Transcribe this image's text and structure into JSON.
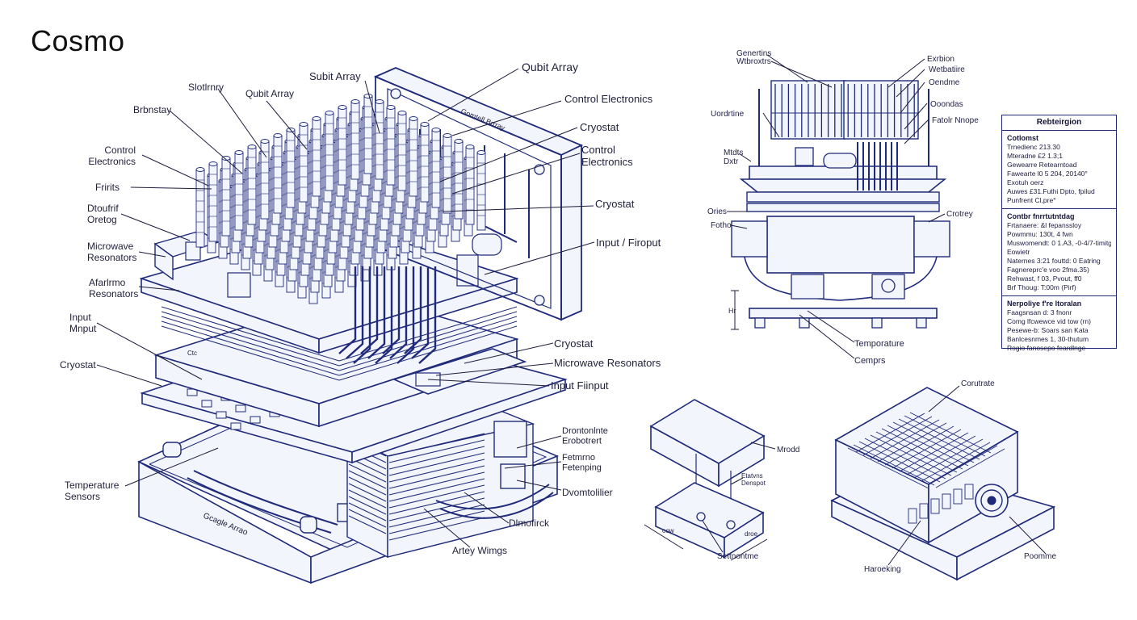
{
  "title": "Cosmo",
  "main_labels": [
    "Subit Array",
    "Slotlrnry",
    "Qubit Array",
    "Brbnstay",
    "Qubit Array",
    "Control Electronics",
    "Control\nElectronics",
    "Cryostat",
    "Fririts",
    "Control\nElectronics",
    "Dtoufrif\nOretog",
    "Cryostat",
    "Microwave\nResonators",
    "Input / Firoput",
    "Afarlrmo\nResonators",
    "Input\nMnput",
    "Cryostat",
    "Cryostat",
    "Microwave Resonators",
    "Input Fiinput",
    "Drontonlnte\nErobotrert",
    "Fetmrno\nFetenping",
    "Temperature\nSensors",
    "Dvomtolilier",
    "Dlmofirck",
    "Artey Wimgs",
    "Gcagle Arrao",
    "Gomtell Brrray",
    "Ctc"
  ],
  "side_labels": [
    "Genertins",
    "Wtbroxtrs",
    "Exrbion",
    "Wetbatiire",
    "Oendme",
    "Uordrtine",
    "Ooondas",
    "Fatolr Nnope",
    "Mtdts",
    "Dxtr",
    "Ories",
    "Crotrey",
    "Fotho",
    "Temporature",
    "Cemprs",
    "Hr"
  ],
  "small_labels": [
    "Mrodd",
    "Etatvns",
    "Denspot",
    "oow",
    "droe",
    "Settnontme"
  ],
  "iso_labels": [
    "Corutrate",
    "Poomme",
    "Haroeking"
  ],
  "spec": {
    "header": "Rebteirgion",
    "sections": [
      {
        "title": "Cotlomst",
        "lines": [
          "Trnedienc 213.30",
          "Mteradne £2 1.3;1",
          "Gewearre Retearntoad",
          "Fawearte l0 5 204, 20140°",
          "Exotuh oerz",
          "Auwes £31.Futhi Dpto, fpilud",
          "Punfrent Cl,pre°"
        ]
      },
      {
        "title": "Contbr fnrrtutntdag",
        "lines": [
          "Frtanaere: &l fepanssloy",
          "Powmmu: 130t, 4 fwn",
          "Muswomendt: 0 1.A3, -0-4/7-timitg",
          "Eowietr",
          "Naternes 3:21 fouttd: 0 Eatring",
          "Fagnereprc'e voo 2fma.35)",
          "Rehwast, f 03, Pvout, ff0",
          "Brf Thoug: T:00m (Pirf)"
        ]
      },
      {
        "title": "Nerpoliye f're ltoralan",
        "lines": [
          "Faagsnsan d: 3 fnonr",
          "Comg lfcwewce vid tow (rn)",
          "Pesewe-b: Soars san Kata",
          "Banlcesnmes 1, 30-thutum",
          "Rogio fanosepo feardlnge"
        ]
      }
    ]
  }
}
